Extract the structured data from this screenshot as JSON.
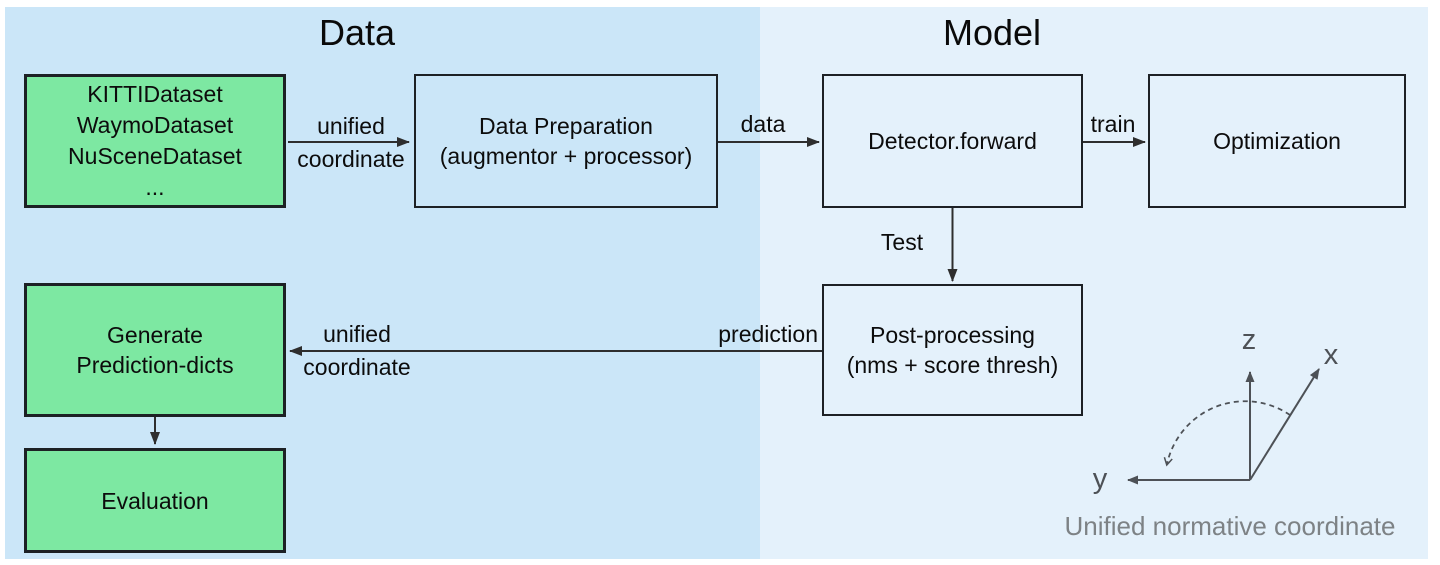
{
  "sections": {
    "data": {
      "title": "Data"
    },
    "model": {
      "title": "Model"
    }
  },
  "nodes": {
    "datasets": {
      "line1": "KITTIDataset",
      "line2": "WaymoDataset",
      "line3": "NuSceneDataset",
      "line4": "..."
    },
    "data_preparation": {
      "line1": "Data Preparation",
      "line2": "(augmentor + processor)"
    },
    "detector_forward": {
      "label": "Detector.forward"
    },
    "optimization": {
      "label": "Optimization"
    },
    "post_processing": {
      "line1": "Post-processing",
      "line2": "(nms + score thresh)"
    },
    "generate_prediction_dicts": {
      "line1": "Generate",
      "line2": "Prediction-dicts"
    },
    "evaluation": {
      "label": "Evaluation"
    }
  },
  "edge_labels": {
    "unified_coordinate_in": {
      "top": "unified",
      "bottom": "coordinate"
    },
    "data": "data",
    "train": "train",
    "test": "Test",
    "prediction": "prediction",
    "unified_coordinate_out": {
      "top": "unified",
      "bottom": "coordinate"
    }
  },
  "coordinate_legend": {
    "z": "z",
    "x": "x",
    "y": "y",
    "caption": "Unified normative coordinate"
  },
  "colors": {
    "panel_data_bg": "#cbe6f8",
    "panel_model_bg": "#e4f1fb",
    "node_green_fill": "#7de8a2",
    "node_border": "#1d2125",
    "arrow": "#2e2e2e",
    "axis_gray": "#4d5156",
    "caption_gray": "#7d8285",
    "text": "#0c0c0c"
  }
}
